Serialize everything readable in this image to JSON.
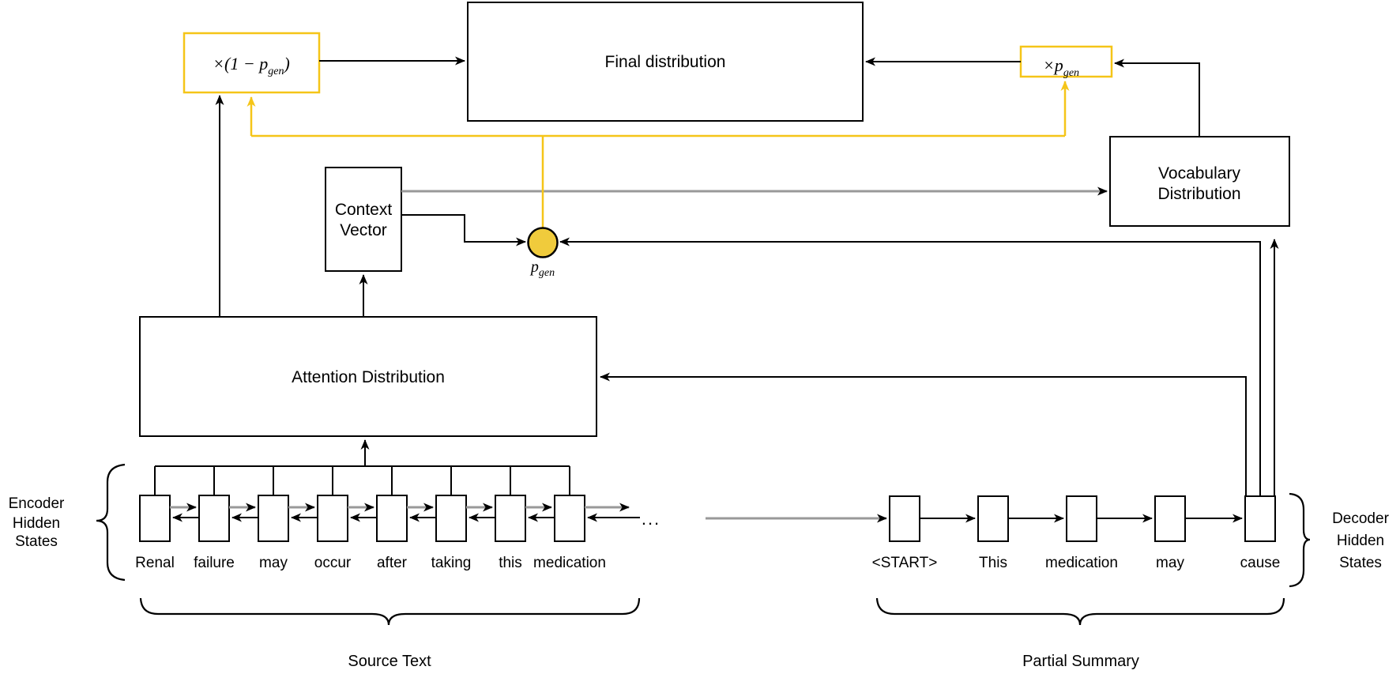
{
  "title": "Pointer-generator network diagram",
  "boxes": {
    "final_distribution": "Final distribution",
    "attention_distribution": "Attention Distribution",
    "vocabulary_distribution": [
      "Vocabulary",
      "Distribution"
    ],
    "context_vector": [
      "Context",
      "Vector"
    ]
  },
  "formulas": {
    "one_minus_pgen": {
      "pre": "×(1 − p",
      "sub": "gen",
      "post": ")"
    },
    "times_pgen": {
      "pre": "×p",
      "sub": "gen"
    },
    "pgen": {
      "pre": "p",
      "sub": "gen"
    }
  },
  "encoder": {
    "label_lines": [
      "Encoder",
      "Hidden",
      "States"
    ],
    "tokens": [
      "Renal",
      "failure",
      "may",
      "occur",
      "after",
      "taking",
      "this",
      "medication"
    ],
    "ellipsis": "...",
    "caption": "Source Text"
  },
  "decoder": {
    "label_lines": [
      "Decoder",
      "Hidden",
      "States"
    ],
    "tokens": [
      "<START>",
      "This",
      "medication",
      "may",
      "cause"
    ],
    "caption": "Partial Summary"
  },
  "colors": {
    "yellow": "#f5c518",
    "circle_fill": "#f0cb3c",
    "gray": "#999999",
    "black": "#000000"
  }
}
